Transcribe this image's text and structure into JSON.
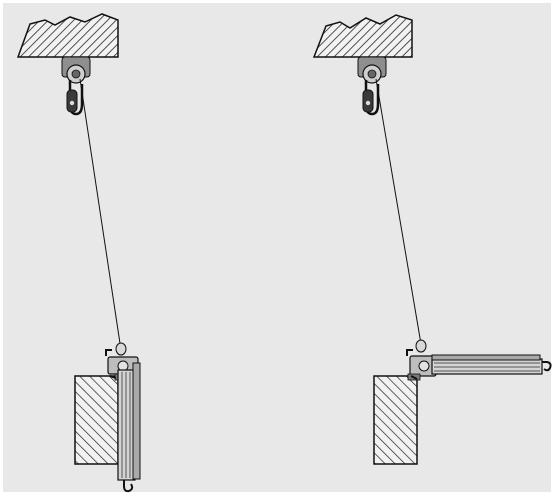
{
  "diagram": {
    "panels": [
      {
        "id": "left",
        "arm_state": "lowered",
        "elements": [
          "ceiling-block",
          "pulley-mount",
          "rope",
          "wall-block",
          "boom-arm-vertical"
        ]
      },
      {
        "id": "right",
        "arm_state": "raised",
        "elements": [
          "ceiling-block",
          "pulley-mount",
          "rope",
          "wall-block",
          "boom-arm-horizontal"
        ]
      }
    ],
    "colors": {
      "background": "#e8e8e8",
      "border": "#ffffff",
      "line": "#111111",
      "hatch_fill": "#f2f2f2",
      "metal": "#9a9a9a",
      "metal_light": "#d0d0d0",
      "metal_dark": "#555555"
    }
  }
}
